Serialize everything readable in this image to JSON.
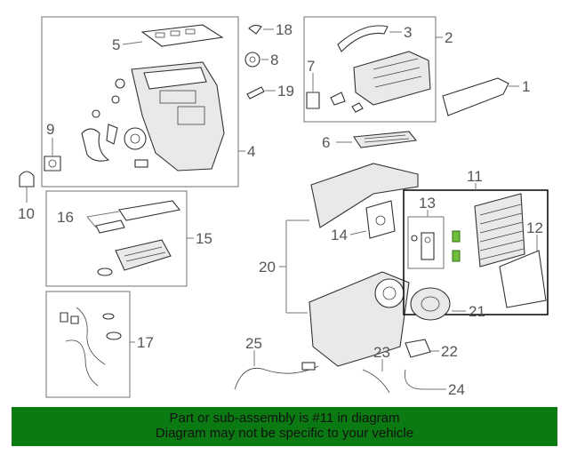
{
  "diagram": {
    "callouts": {
      "c1": "1",
      "c2": "2",
      "c3": "3",
      "c4": "4",
      "c5": "5",
      "c6": "6",
      "c7": "7",
      "c8": "8",
      "c9": "9",
      "c10": "10",
      "c11": "11",
      "c12": "12",
      "c13": "13",
      "c14": "14",
      "c15": "15",
      "c16": "16",
      "c17": "17",
      "c18": "18",
      "c19": "19",
      "c20": "20",
      "c21": "21",
      "c22": "22",
      "c23": "23",
      "c24": "24",
      "c25": "25"
    }
  },
  "footer": {
    "line1": "Part or sub-assembly is #11 in diagram",
    "line2": "Diagram may not be specific to your vehicle"
  },
  "colors": {
    "footer_background": "#0b7a12",
    "highlight_box": "#111111",
    "seal_green": "#6fbf3a"
  }
}
